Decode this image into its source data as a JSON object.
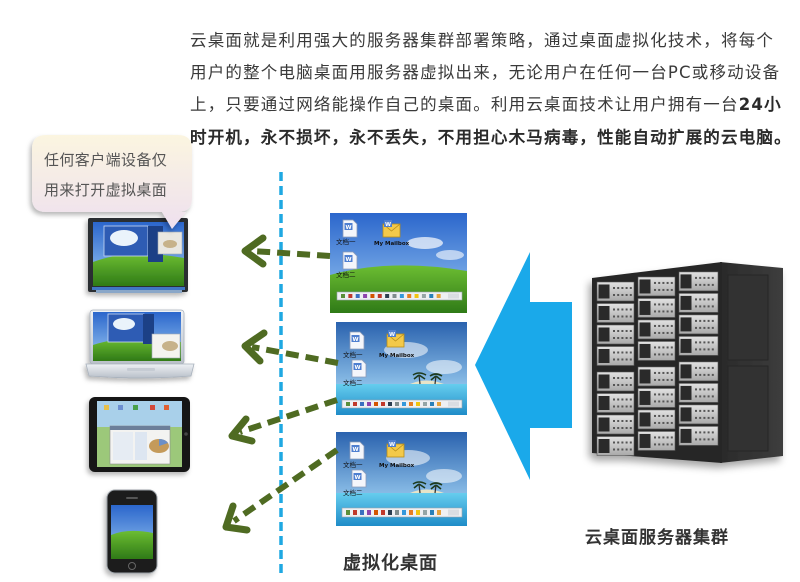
{
  "intro": {
    "line1": "云桌面就是利用强大的服务器集群部署策略，通过桌面虚拟化技术，将每个",
    "line2": "用户的整个电脑桌面用服务器虚拟出来，无论用户在任何一台PC或移动设备",
    "line3_normal": "上，只要通过网络能操作自己的桌面。利用云桌面技术让用户拥有一台",
    "line3_bold": "24小",
    "line4_bold": "时开机，永不损坏，永不丢失，不用担心木马病毒，性能自动扩展的云电脑。"
  },
  "callout": {
    "line1": "任何客户端设备仅",
    "line2": "用来打开虚拟桌面"
  },
  "virtual_desktops": {
    "label": "虚拟化桌面",
    "icons": {
      "doc1": "文档一",
      "mailbox": "My Mailbox",
      "doc2": "文档二"
    }
  },
  "server_cluster": {
    "label": "云桌面服务器集群"
  },
  "client_devices": [
    "desktop-monitor",
    "laptop",
    "tablet",
    "smartphone"
  ],
  "colors": {
    "flow_arrow_blue": "#1aa9ea",
    "divider_dashed_blue": "#1fa8e2",
    "client_arrow_green": "#4f6b22",
    "callout_top": "#fbf5e0",
    "callout_bottom": "#efe0ee"
  }
}
